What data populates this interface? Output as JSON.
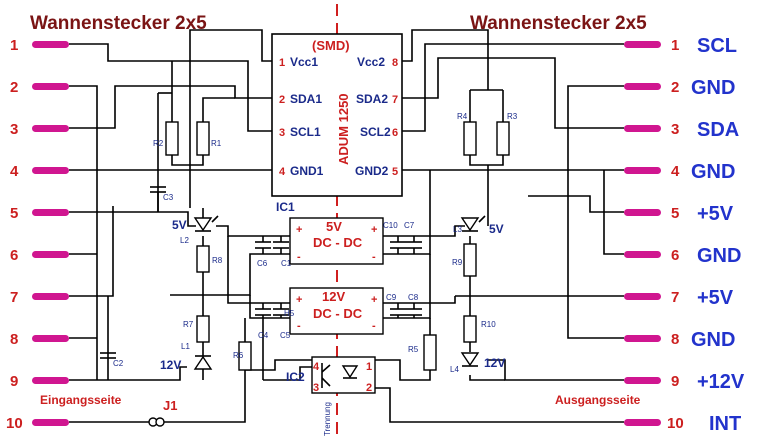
{
  "titles": {
    "left": "Wannenstecker 2x5",
    "right": "Wannenstecker 2x5"
  },
  "pins": [
    "1",
    "2",
    "3",
    "4",
    "5",
    "6",
    "7",
    "8",
    "9",
    "10"
  ],
  "signals": [
    "SCL",
    "GND",
    "SDA",
    "GND",
    "+5V",
    "GND",
    "+5V",
    "GND",
    "+12V",
    "INT"
  ],
  "sides": {
    "left": "Eingangsseite",
    "right": "Ausgangsseite"
  },
  "adum": {
    "smd": "(SMD)",
    "name": "ADUM 1250",
    "left_pins": [
      {
        "num": "1",
        "name": "Vcc1"
      },
      {
        "num": "2",
        "name": "SDA1"
      },
      {
        "num": "3",
        "name": "SCL1"
      },
      {
        "num": "4",
        "name": "GND1"
      }
    ],
    "right_pins": [
      {
        "num": "8",
        "name": "Vcc2"
      },
      {
        "num": "7",
        "name": "SDA2"
      },
      {
        "num": "6",
        "name": "SCL2"
      },
      {
        "num": "5",
        "name": "GND2"
      }
    ]
  },
  "ic1": {
    "label": "IC1",
    "voltage": "5V",
    "type": "DC - DC",
    "plus": "+",
    "minus": "-"
  },
  "dc12": {
    "voltage": "12V",
    "type": "DC - DC",
    "plus": "+",
    "minus": "-"
  },
  "ic2": {
    "label": "IC2",
    "pin1": "1",
    "pin2": "2",
    "pin3": "3",
    "pin4": "4"
  },
  "trennung": "Trennung",
  "components": {
    "R1": "R1",
    "R2": "R2",
    "R3": "R3",
    "R4": "R4",
    "R5": "R5",
    "R6": "R6",
    "R7": "R7",
    "R8": "R8",
    "R9": "R9",
    "R10": "R10",
    "C1": "C1",
    "C2": "C2",
    "C3": "C3",
    "C4": "C4",
    "C5": "C5",
    "C6": "C6",
    "C7": "C7",
    "C8": "C8",
    "C9": "C9",
    "C10": "C10",
    "L1": "L1",
    "L2": "L2",
    "L3": "L3",
    "L4": "L4",
    "J1": "J1",
    "H5": "H5"
  },
  "led_voltages": {
    "l1": "12V",
    "l2": "5V",
    "l3": "5V",
    "l4": "12V"
  },
  "colors": {
    "pin": "#d01690",
    "title": "#7a1414",
    "signal": "#2233cc",
    "label_red": "#cc1f1f",
    "label_blue": "#1a2a8a",
    "separator": "#d01f1f"
  }
}
